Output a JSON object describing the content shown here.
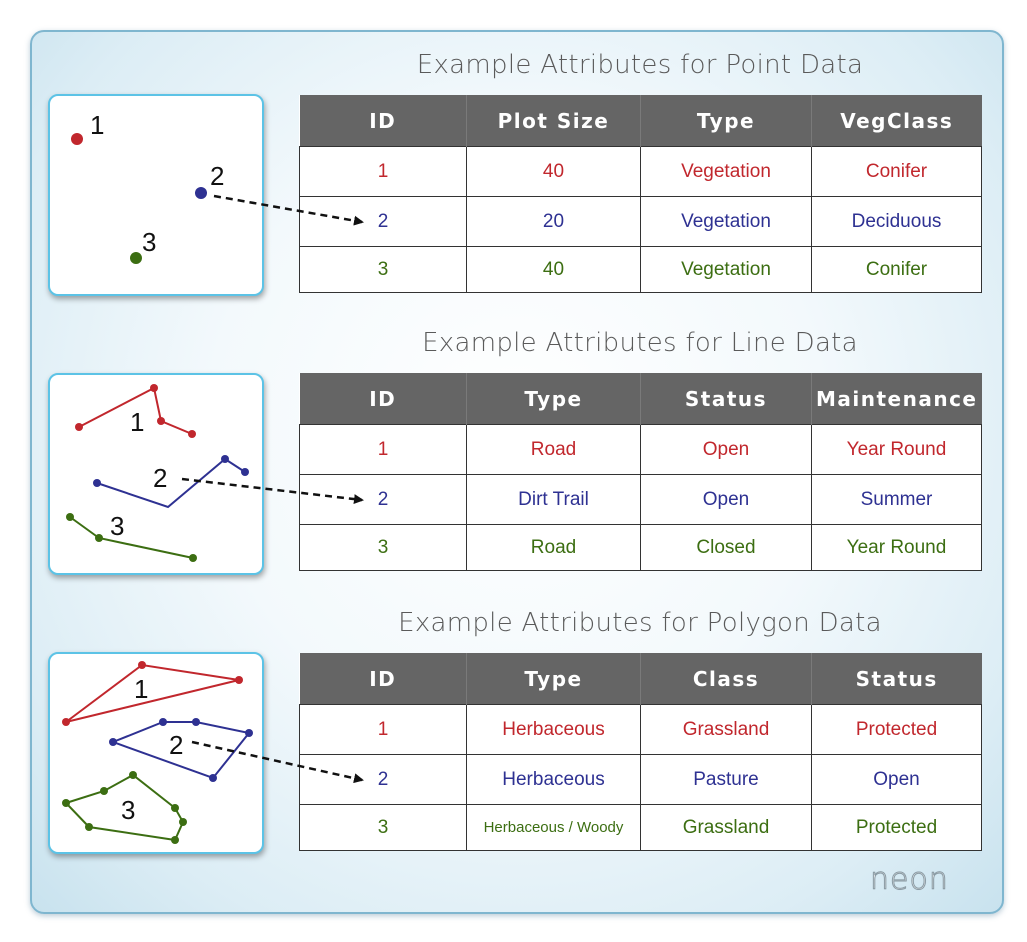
{
  "sections": [
    {
      "title": "Example Attributes for Point Data",
      "headers": [
        "ID",
        "Plot Size",
        "Type",
        "VegClass"
      ],
      "rows": [
        [
          "1",
          "40",
          "Vegetation",
          "Conifer"
        ],
        [
          "2",
          "20",
          "Vegetation",
          "Deciduous"
        ],
        [
          "3",
          "40",
          "Vegetation",
          "Conifer"
        ]
      ],
      "map_labels": [
        "1",
        "2",
        "3"
      ]
    },
    {
      "title": "Example Attributes for Line Data",
      "headers": [
        "ID",
        "Type",
        "Status",
        "Maintenance"
      ],
      "rows": [
        [
          "1",
          "Road",
          "Open",
          "Year Round"
        ],
        [
          "2",
          "Dirt Trail",
          "Open",
          "Summer"
        ],
        [
          "3",
          "Road",
          "Closed",
          "Year Round"
        ]
      ],
      "map_labels": [
        "1",
        "2",
        "3"
      ]
    },
    {
      "title": "Example Attributes for Polygon Data",
      "headers": [
        "ID",
        "Type",
        "Class",
        "Status"
      ],
      "rows": [
        [
          "1",
          "Herbaceous",
          "Grassland",
          "Protected"
        ],
        [
          "2",
          "Herbaceous",
          "Pasture",
          "Open"
        ],
        [
          "3",
          "Herbaceous / Woody",
          "Grassland",
          "Protected"
        ]
      ],
      "map_labels": [
        "1",
        "2",
        "3"
      ]
    }
  ],
  "row_colors": [
    "#c1272d",
    "#2e3192",
    "#3c6e12"
  ],
  "logo_text": "neon"
}
